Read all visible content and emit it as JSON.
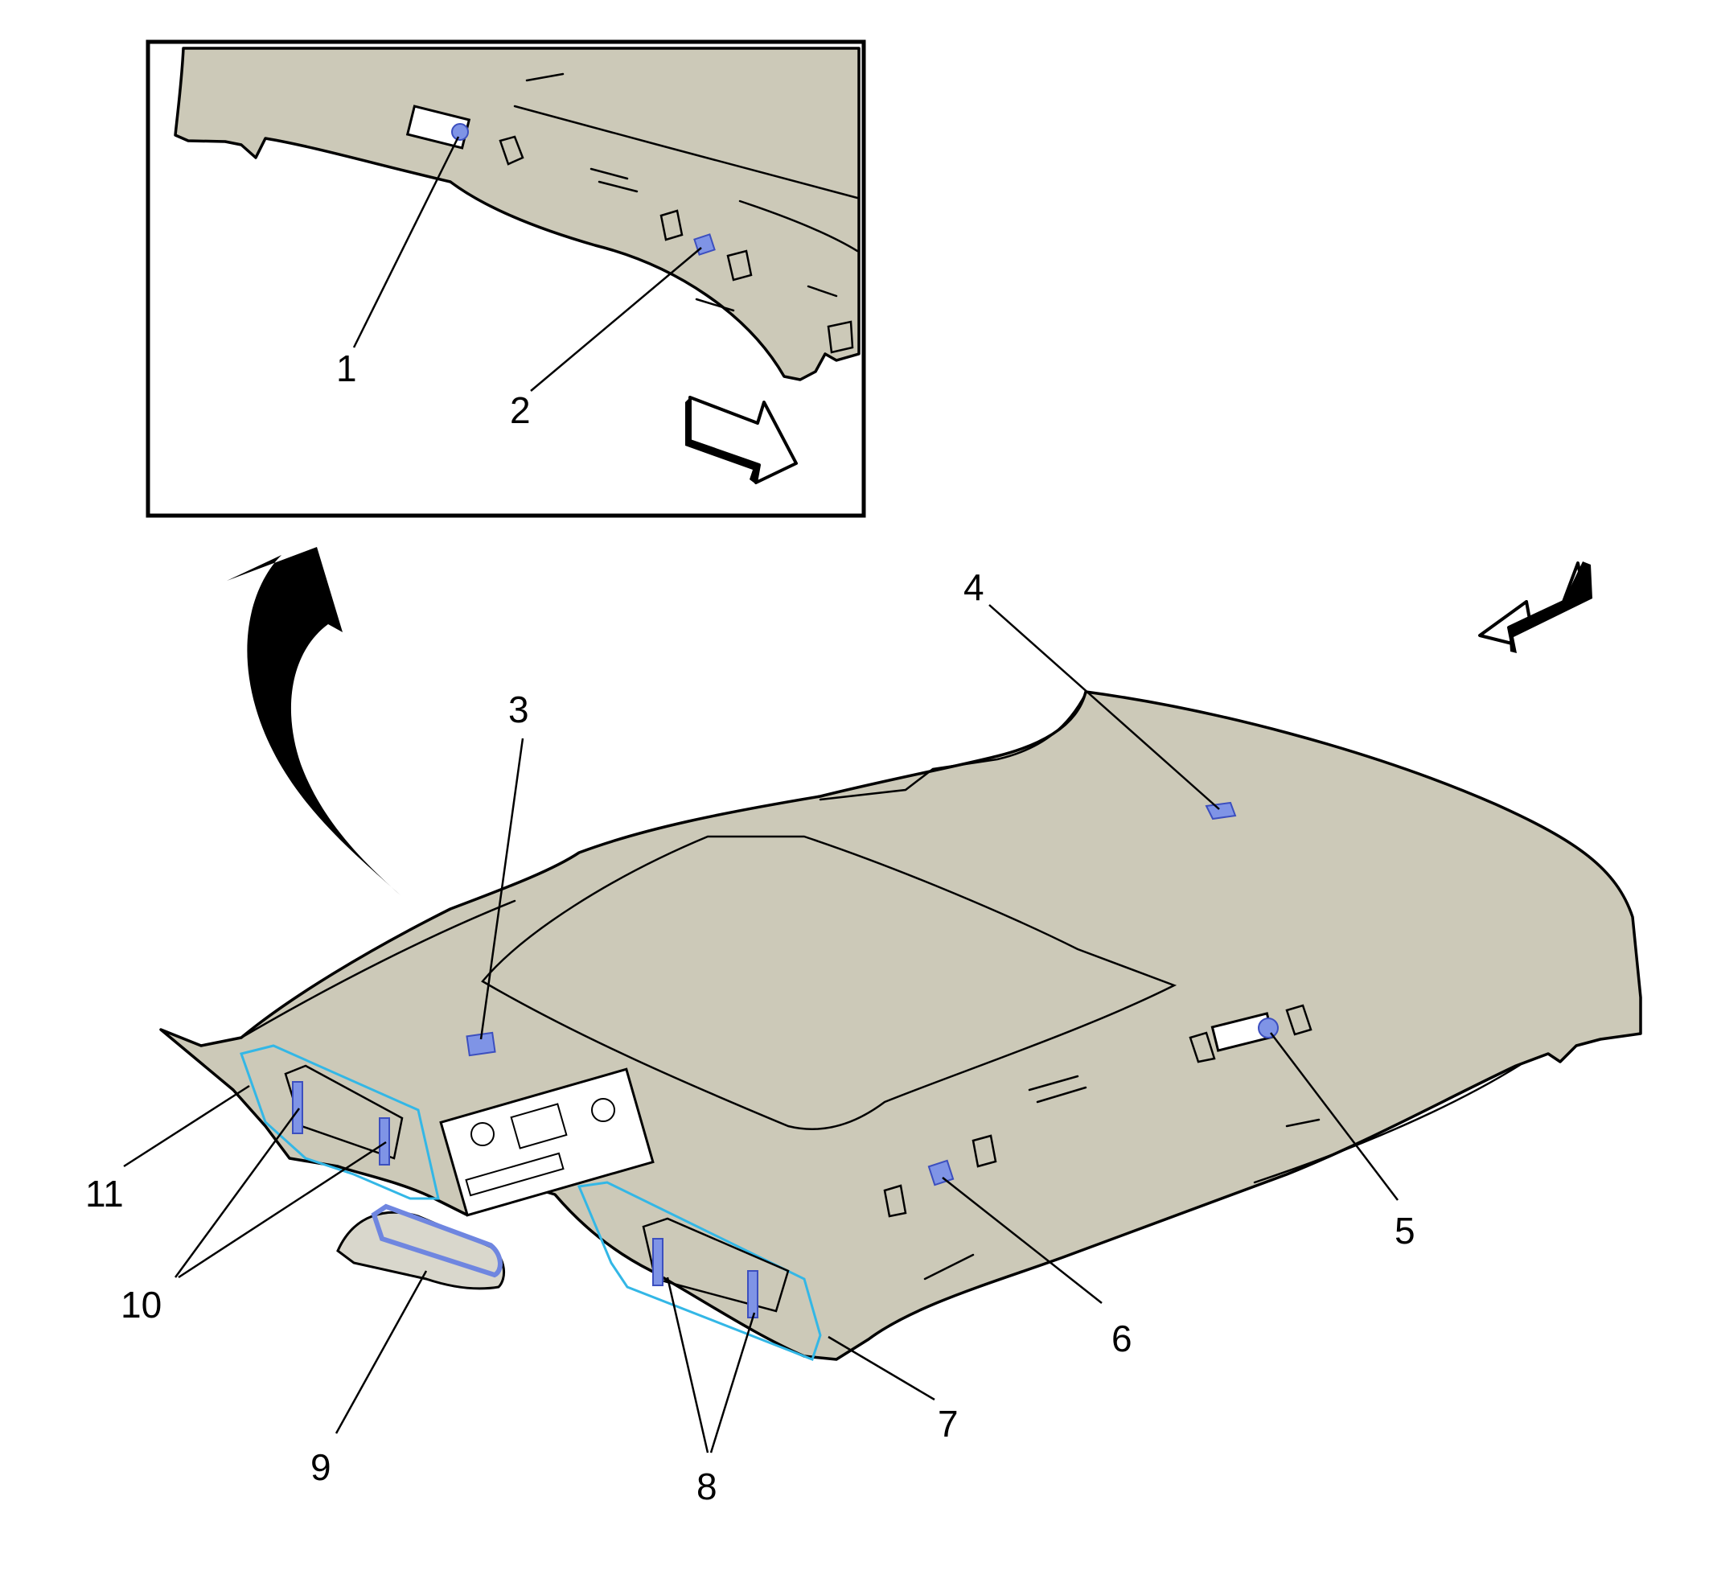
{
  "callouts": [
    {
      "id": "1",
      "label": "1"
    },
    {
      "id": "2",
      "label": "2"
    },
    {
      "id": "3",
      "label": "3"
    },
    {
      "id": "4",
      "label": "4"
    },
    {
      "id": "5",
      "label": "5"
    },
    {
      "id": "6",
      "label": "6"
    },
    {
      "id": "7",
      "label": "7"
    },
    {
      "id": "8",
      "label": "8"
    },
    {
      "id": "9",
      "label": "9"
    },
    {
      "id": "10",
      "label": "10"
    },
    {
      "id": "11",
      "label": "11"
    }
  ],
  "colors": {
    "headliner": "#ccc9b8",
    "highlight_cyan": "#33b7e6",
    "highlight_blue": "#7f94e6",
    "line": "#000000"
  },
  "icons": [
    "front-direction-arrow-icon",
    "detail-view-curved-arrow-icon"
  ]
}
